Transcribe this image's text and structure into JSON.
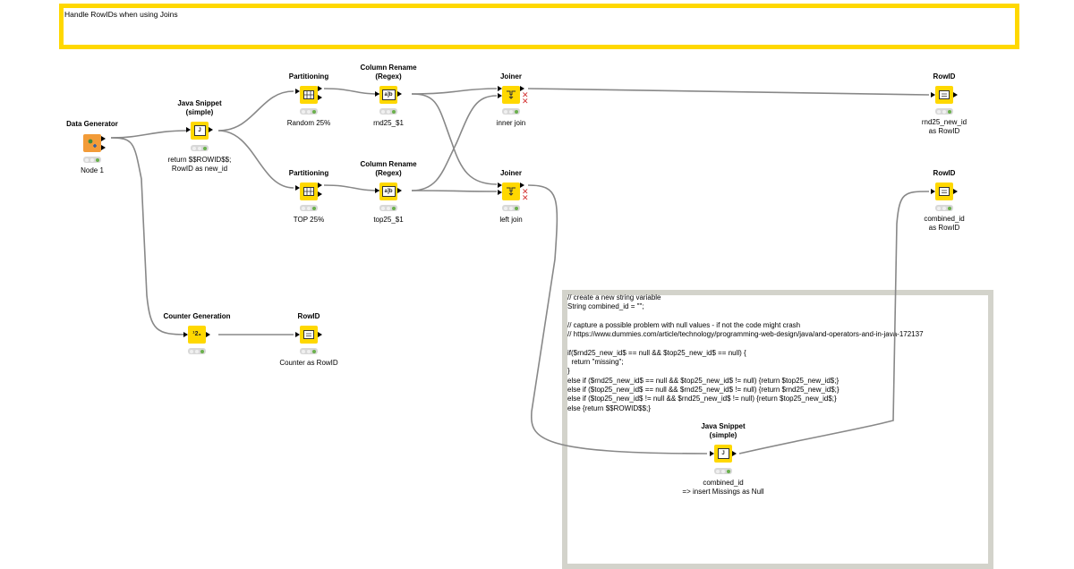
{
  "workflow": {
    "annotation_title": "Handle RowIDs when using Joins",
    "code_annotation": "// create a new string variable\nString combined_id = \"\";\n\n// capture a possible problem with null values - if not the code might crash\n// https://www.dummies.com/article/technology/programming-web-design/java/and-operators-and-in-java-172137\n\nif($rnd25_new_id$ == null && $top25_new_id$ == null) {\n  return \"missing\";\n}\nelse if ($rnd25_new_id$ == null && $top25_new_id$ != null) {return $top25_new_id$;}\nelse if ($top25_new_id$ == null && $rnd25_new_id$ != null) {return $rnd25_new_id$;}\nelse if ($top25_new_id$ != null && $rnd25_new_id$ != null) {return $top25_new_id$;}\nelse {return $$ROWID$$;}",
    "nodes": {
      "data_generator": {
        "title": "Data Generator",
        "label": "Node 1",
        "icon": "data-generator-icon"
      },
      "java_snippet_1": {
        "title": "Java Snippet\n(simple)",
        "label": "return $$ROWID$$;\nRowID as new_id",
        "icon": "java-snippet-icon"
      },
      "partitioning_1": {
        "title": "Partitioning",
        "label": "Random 25%",
        "icon": "partitioning-icon"
      },
      "partitioning_2": {
        "title": "Partitioning",
        "label": "TOP 25%",
        "icon": "partitioning-icon"
      },
      "column_rename_1": {
        "title": "Column Rename\n(Regex)",
        "label": "rnd25_$1",
        "icon": "column-rename-icon"
      },
      "column_rename_2": {
        "title": "Column Rename\n(Regex)",
        "label": "top25_$1",
        "icon": "column-rename-icon"
      },
      "joiner_1": {
        "title": "Joiner",
        "label": "inner join",
        "icon": "joiner-icon"
      },
      "joiner_2": {
        "title": "Joiner",
        "label": "left join",
        "icon": "joiner-icon"
      },
      "rowid_1": {
        "title": "RowID",
        "label": "rnd25_new_id\nas RowID",
        "icon": "rowid-icon"
      },
      "rowid_2": {
        "title": "RowID",
        "label": "combined_id\nas RowID",
        "icon": "rowid-icon"
      },
      "counter_gen": {
        "title": "Counter Generation",
        "label": "",
        "icon": "counter-icon"
      },
      "rowid_3": {
        "title": "RowID",
        "label": "Counter as RowID",
        "icon": "rowid-icon"
      },
      "java_snippet_2": {
        "title": "Java Snippet\n(simple)",
        "label": "combined_id\n=> insert Missings as Null",
        "icon": "java-snippet-icon"
      }
    },
    "glyphs": {
      "java": "J",
      "counter": "¹2₃",
      "rename": "a]b"
    },
    "colors": {
      "node_yellow": "#ffd800",
      "source_orange": "#f29b38",
      "status_green": "#6ab04c",
      "annotation_border_yellow": "#ffd800",
      "annotation_border_gray": "#d3d3cb",
      "connection": "#888888"
    }
  }
}
